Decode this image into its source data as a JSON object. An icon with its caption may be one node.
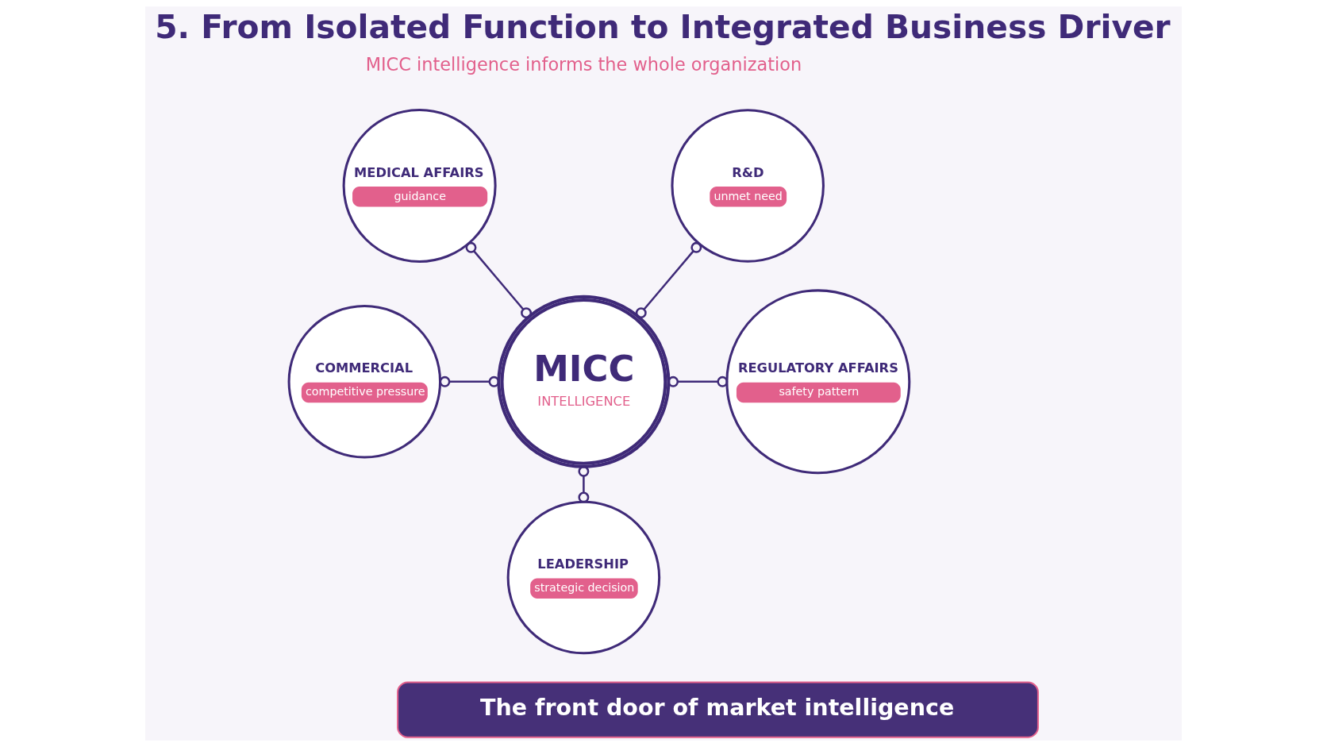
{
  "diagram": {
    "title": "5. From Isolated Function to Integrated Business Driver",
    "nodes": [
      {
        "text": [
          "MEDICAL AFFAIRS",
          "guidance"
        ]
      },
      {
        "text": [
          "MICC",
          "INTELLIGENCE"
        ]
      },
      {
        "text": [
          "R&D",
          "unmet need"
        ]
      },
      {
        "text": [
          "COMMERCIAL",
          "competitive pressure"
        ]
      },
      {
        "text": [
          "REGULATORY AFFAIRS",
          "safety pattern"
        ]
      },
      {
        "text": [
          "LEADERSHIP",
          "strategic decision"
        ]
      },
      {
        "text": [
          "The front door of market intelligence"
        ]
      }
    ],
    "edges": [
      {
        "from": 0,
        "to": 1,
        "arrow": "other"
      },
      {
        "from": 2,
        "to": 1,
        "arrow": "other"
      },
      {
        "from": 3,
        "to": 1,
        "arrow": "other"
      },
      {
        "from": 1,
        "to": 4,
        "arrow": "other"
      },
      {
        "from": 1,
        "to": 5,
        "arrow": "other"
      }
    ],
    "labels": [
      "MICC intelligence informs the whole organization"
    ]
  }
}
